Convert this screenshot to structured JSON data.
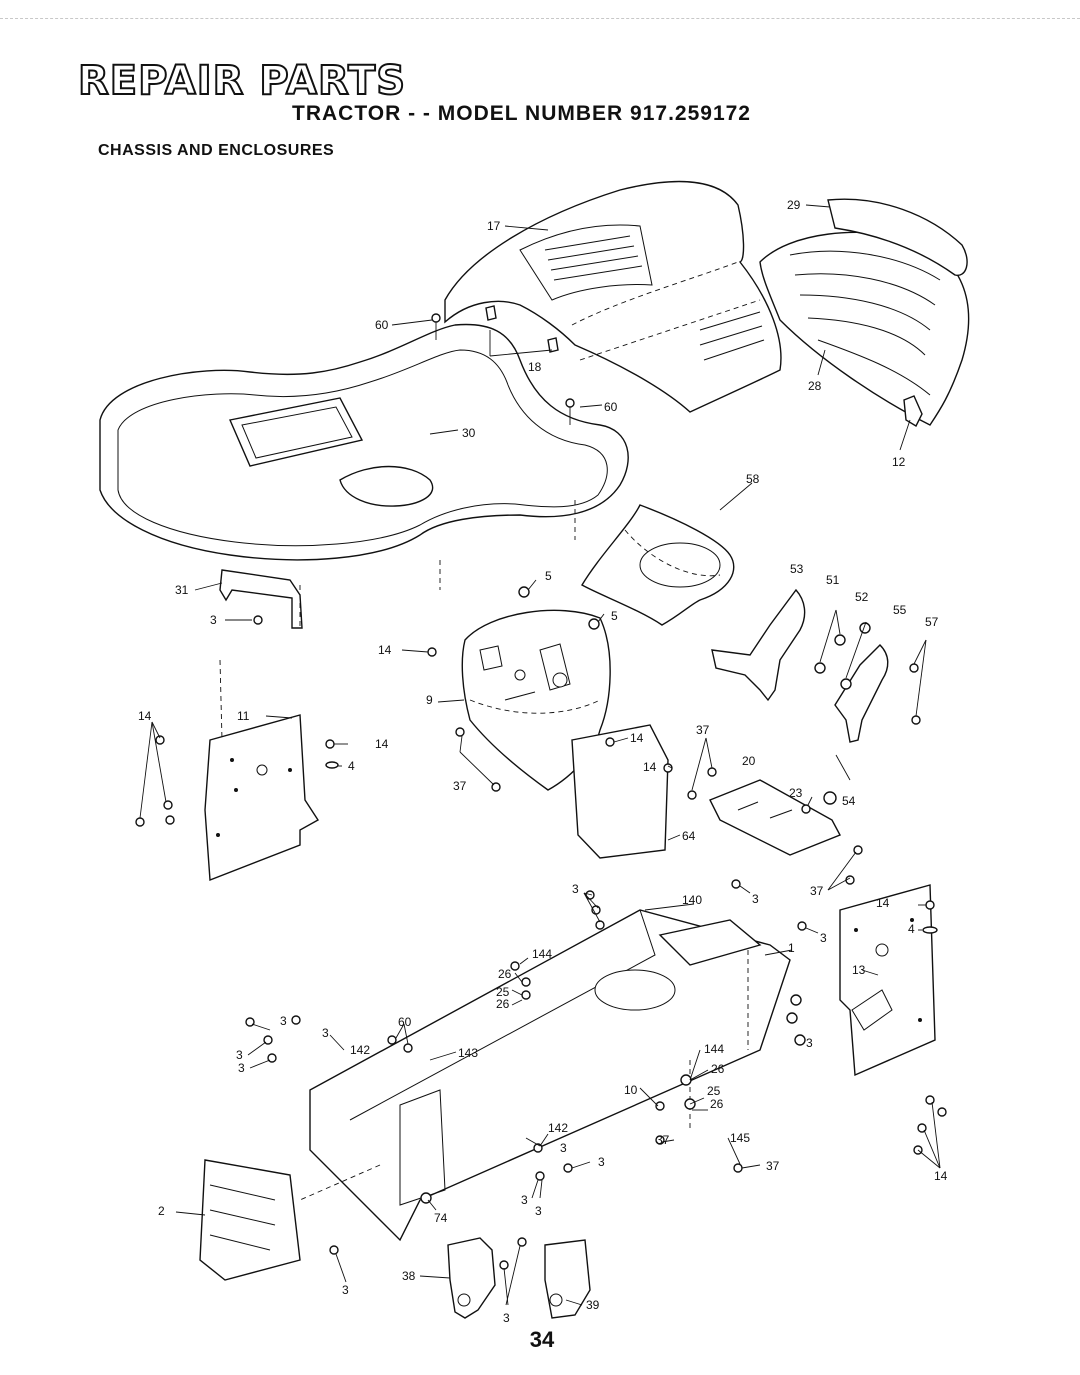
{
  "header": {
    "banner": "REPAIR PARTS",
    "model_line": "TRACTOR - - MODEL NUMBER 917.259172",
    "section": "CHASSIS AND ENCLOSURES"
  },
  "page_number": "34",
  "callouts": {
    "c17": "17",
    "c29": "29",
    "c60a": "60",
    "c18": "18",
    "c28": "28",
    "c60b": "60",
    "c30": "30",
    "c12": "12",
    "c58": "58",
    "c31": "31",
    "c3a": "3",
    "c5a": "5",
    "c5b": "5",
    "c53": "53",
    "c51": "51",
    "c52": "52",
    "c55": "55",
    "c57": "57",
    "c14a": "14",
    "c9": "9",
    "c11": "11",
    "c14b": "14",
    "c14c": "14",
    "c4a": "4",
    "c37a": "37",
    "c14d": "14",
    "c14e": "14",
    "c37b": "37",
    "c20": "20",
    "c23": "23",
    "c54": "54",
    "c64": "64",
    "c3b": "3",
    "c140": "140",
    "c3c": "3",
    "c37c": "37",
    "c14f": "14",
    "c4b": "4",
    "c3d": "3",
    "c1": "1",
    "c144a": "144",
    "c26a": "26",
    "c25a": "25",
    "c26b": "26",
    "c13": "13",
    "c3e": "3",
    "c3f": "3",
    "c142a": "142",
    "c60c": "60",
    "c143": "143",
    "c3g": "3",
    "c3h": "3",
    "c144b": "144",
    "c26c": "26",
    "c10": "10",
    "c25b": "25",
    "c26d": "26",
    "c3i": "3",
    "c142b": "142",
    "c3j": "3",
    "c145": "145",
    "c37d": "37",
    "c3k": "3",
    "c37e": "37",
    "c2": "2",
    "c74": "74",
    "c3l": "3",
    "c3m": "3",
    "c14g": "14",
    "c38": "38",
    "c3n": "3",
    "c3o": "3",
    "c39": "39"
  }
}
